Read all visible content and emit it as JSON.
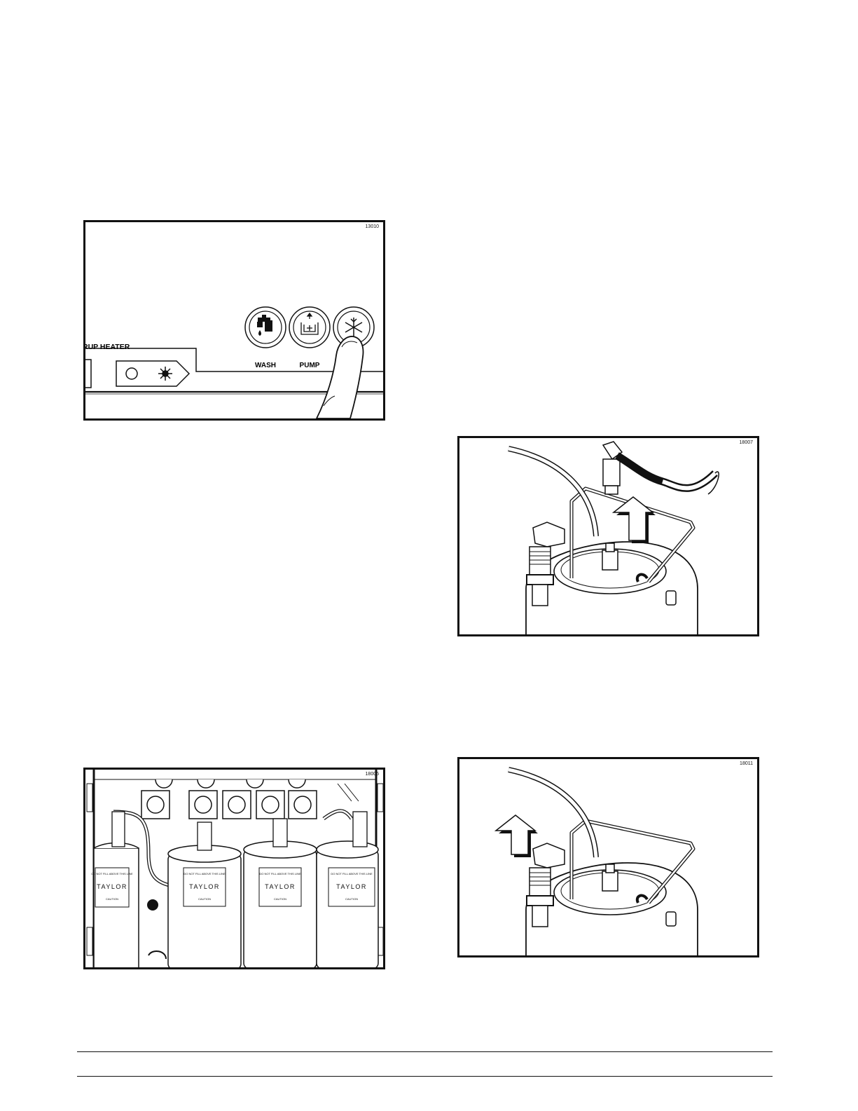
{
  "figures": [
    {
      "number": "13010",
      "labels": {
        "panel": "RUP HEATER",
        "wash": "WASH",
        "pump": "PUMP"
      }
    },
    {
      "number": "18007"
    },
    {
      "number": "18005",
      "tank_label": {
        "top": "DO NOT FILL ABOVE THIS LINE",
        "brand": "TAYLOR",
        "bottom": "CAUTION"
      }
    },
    {
      "number": "18011"
    }
  ],
  "icons": [
    "tap-icon",
    "pump-icon",
    "snowflake-icon",
    "up-arrow-icon",
    "light-icon"
  ]
}
